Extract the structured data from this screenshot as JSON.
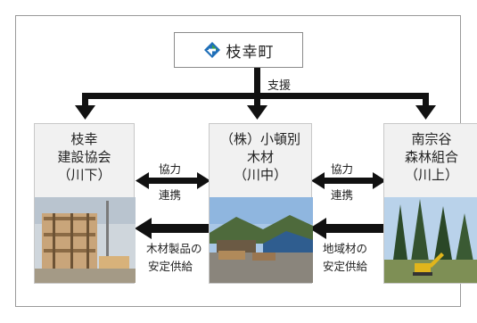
{
  "top": {
    "label": "枝幸町",
    "logo_icon": "town-emblem-icon"
  },
  "support_label": "支援",
  "orgs": {
    "left": {
      "lines": [
        "枝幸",
        "建設協会",
        "（川下）"
      ]
    },
    "center": {
      "lines": [
        "（株）小頓別",
        "木材",
        "（川中）"
      ]
    },
    "right": {
      "lines": [
        "南宗谷",
        "森林組合",
        "（川上）"
      ]
    }
  },
  "links": {
    "left_coop": {
      "line1": "協力",
      "line2": "連携"
    },
    "right_coop": {
      "line1": "協力",
      "line2": "連携"
    },
    "left_supply": {
      "line1": "木材製品の",
      "line2": "安定供給"
    },
    "right_supply": {
      "line1": "地域材の",
      "line2": "安定供給"
    }
  },
  "colors": {
    "arrow": "#111111",
    "logo_blue": "#1f6fb8",
    "logo_green": "#3aa04a"
  }
}
